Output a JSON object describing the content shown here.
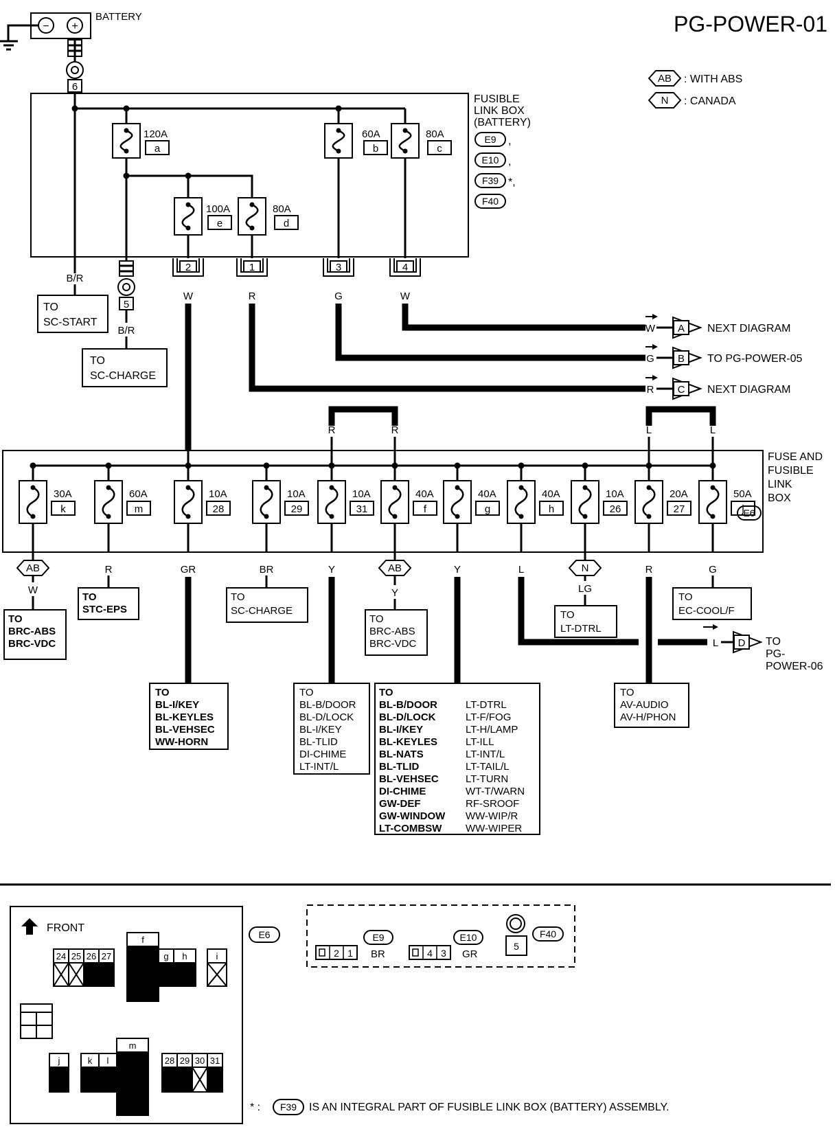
{
  "page_id": "PG-POWER-01",
  "battery": {
    "label": "BATTERY",
    "neg": "−",
    "pos": "+"
  },
  "legend": [
    {
      "code": "AB",
      "text": ": WITH ABS"
    },
    {
      "code": "N",
      "text": ": CANADA"
    }
  ],
  "fusible_link_box": {
    "title_lines": [
      "FUSIBLE",
      "LINK BOX",
      "(BATTERY)"
    ],
    "connectors": [
      "E9",
      "E10",
      "F39",
      "F40"
    ],
    "punct": [
      ",",
      ",",
      "*,",
      ""
    ],
    "fuses": [
      {
        "amp": "120A",
        "id": "a"
      },
      {
        "amp": "60A",
        "id": "b"
      },
      {
        "amp": "80A",
        "id": "c"
      },
      {
        "amp": "100A",
        "id": "e"
      },
      {
        "amp": "80A",
        "id": "d"
      }
    ],
    "terminals": [
      "6",
      "5",
      "2",
      "1",
      "3",
      "4"
    ]
  },
  "upper_wires": {
    "b_r": "B/R",
    "w": "W",
    "r": "R",
    "g": "G",
    "l": "L"
  },
  "upper_dest": {
    "sc_start": [
      "TO",
      "SC-START"
    ],
    "sc_charge": [
      "TO",
      "SC-CHARGE"
    ]
  },
  "arrows": [
    {
      "wire": "W",
      "letter": "A",
      "text": "NEXT DIAGRAM"
    },
    {
      "wire": "G",
      "letter": "B",
      "text": "TO PG-POWER-05"
    },
    {
      "wire": "R",
      "letter": "C",
      "text": "NEXT DIAGRAM"
    },
    {
      "wire": "L",
      "letter": "D",
      "text_lines": [
        "TO",
        "PG-",
        "POWER-06"
      ]
    }
  ],
  "fuse_box": {
    "title_lines": [
      "FUSE AND",
      "FUSIBLE",
      "LINK",
      "BOX"
    ],
    "connector": "E6",
    "fuses": [
      {
        "amp": "30A",
        "id": "k"
      },
      {
        "amp": "60A",
        "id": "m"
      },
      {
        "amp": "10A",
        "id": "28"
      },
      {
        "amp": "10A",
        "id": "29"
      },
      {
        "amp": "10A",
        "id": "31"
      },
      {
        "amp": "40A",
        "id": "f"
      },
      {
        "amp": "40A",
        "id": "g"
      },
      {
        "amp": "40A",
        "id": "h"
      },
      {
        "amp": "10A",
        "id": "26"
      },
      {
        "amp": "20A",
        "id": "27"
      },
      {
        "amp": "50A",
        "id": "j"
      }
    ],
    "wire_colors": [
      "W",
      "R",
      "GR",
      "BR",
      "Y",
      "Y",
      "Y",
      "L",
      "LG",
      "R",
      "G"
    ]
  },
  "destinations": {
    "brc1": [
      "TO",
      "BRC-ABS",
      "BRC-VDC"
    ],
    "stc": [
      "TO",
      "STC-EPS"
    ],
    "bl1": [
      "TO",
      "BL-I/KEY",
      "BL-KEYLES",
      "BL-VEHSEC",
      "WW-HORN"
    ],
    "scc": [
      "TO",
      "SC-CHARGE"
    ],
    "list31": [
      "TO",
      "BL-B/DOOR",
      "BL-D/LOCK",
      "BL-I/KEY",
      "BL-TLID",
      "DI-CHIME",
      "LT-INT/L"
    ],
    "brc2": [
      "TO",
      "BRC-ABS",
      "BRC-VDC"
    ],
    "big_left": [
      "TO",
      "BL-B/DOOR",
      "BL-D/LOCK",
      "BL-I/KEY",
      "BL-KEYLES",
      "BL-NATS",
      "BL-TLID",
      "BL-VEHSEC",
      "DI-CHIME",
      "GW-DEF",
      "GW-WINDOW",
      "LT-COMBSW"
    ],
    "big_right": [
      "LT-DTRL",
      "LT-F/FOG",
      "LT-H/LAMP",
      "LT-ILL",
      "LT-INT/L",
      "LT-TAIL/L",
      "LT-TURN",
      "WT-T/WARN",
      "RF-SROOF",
      "WW-WIP/R",
      "WW-WIPER"
    ],
    "ltd": [
      "TO",
      "LT-DTRL"
    ],
    "av": [
      "TO",
      "AV-AUDIO",
      "AV-H/PHON"
    ],
    "ec": [
      "TO",
      "EC-COOL/F"
    ]
  },
  "bottom": {
    "front": "FRONT",
    "e6": "E6",
    "e6_cells_a": [
      "24",
      "25",
      "26",
      "27"
    ],
    "e6_f": "f",
    "e6_g": "g",
    "e6_h": "h",
    "e6_i": "i",
    "e6_j": "j",
    "e6_k": "k",
    "e6_l": "l",
    "e6_m": "m",
    "e6_cells_b": [
      "28",
      "29",
      "30",
      "31"
    ],
    "conn_e9": {
      "code": "E9",
      "pins": [
        "2",
        "1"
      ],
      "color": "BR"
    },
    "conn_e10": {
      "code": "E10",
      "pins": [
        "4",
        "3"
      ],
      "color": "GR"
    },
    "conn_f40": {
      "code": "F40",
      "pin": "5"
    },
    "note_star": "* :",
    "note_code": "F39",
    "note_text": "IS AN INTEGRAL PART OF FUSIBLE LINK BOX (BATTERY) ASSEMBLY."
  }
}
